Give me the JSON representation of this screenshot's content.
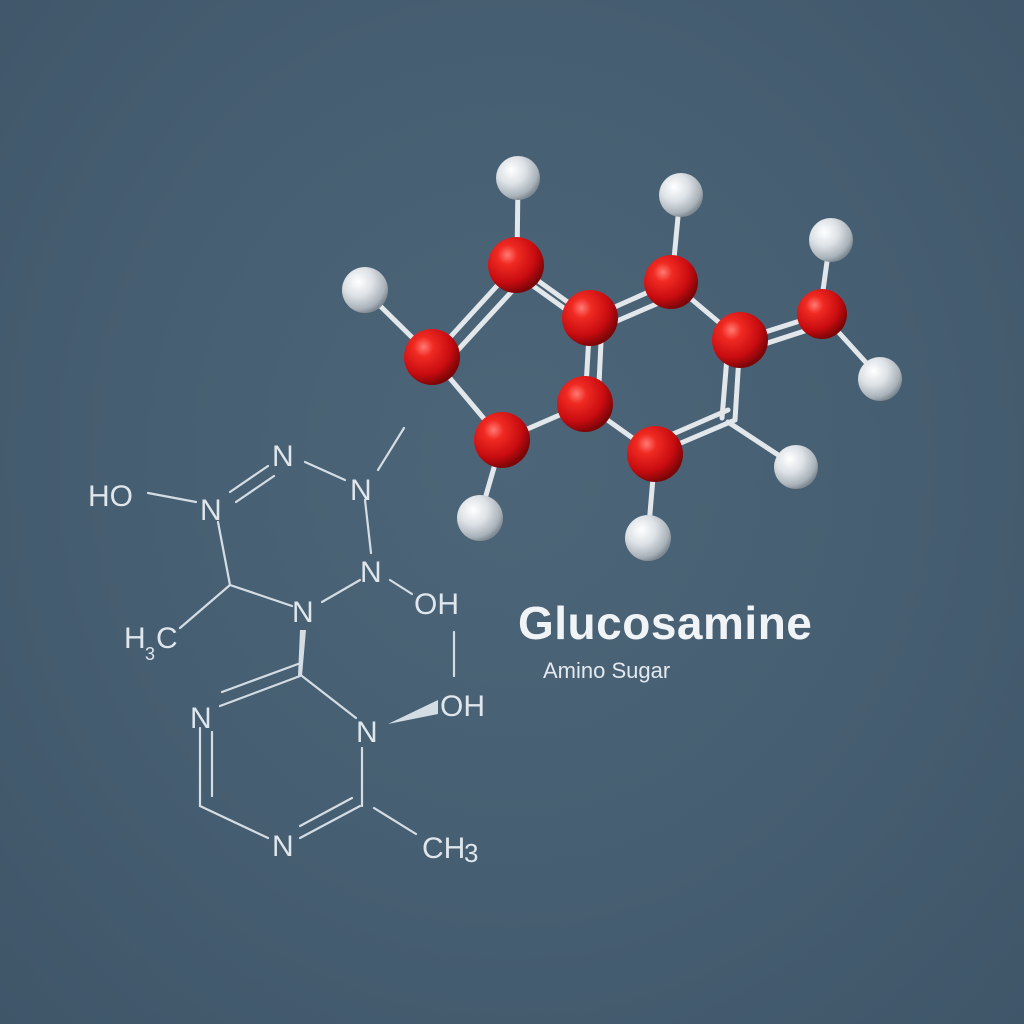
{
  "title": "Glucosamine",
  "subtitle": "Amino Sugar",
  "colors": {
    "background": "#465e71",
    "oxygen_atom": "#d40f14",
    "hydrogen_atom": "#d9dee2",
    "bond": "#e4e9ed",
    "structure_line": "#d4dde4"
  },
  "structure_labels": {
    "ho_left": "HO",
    "n_1": "N",
    "n_2": "N",
    "n_3": "N",
    "n_4": "N",
    "n_5": "N",
    "oh_1": "OH",
    "h3c_main": "H",
    "h3c_sub": "3",
    "h3c_c": "C",
    "n_6": "N",
    "n_7": "N",
    "n_8": "N",
    "oh_2": "OH",
    "ch3_main": "CH",
    "ch3_sub": "3"
  }
}
